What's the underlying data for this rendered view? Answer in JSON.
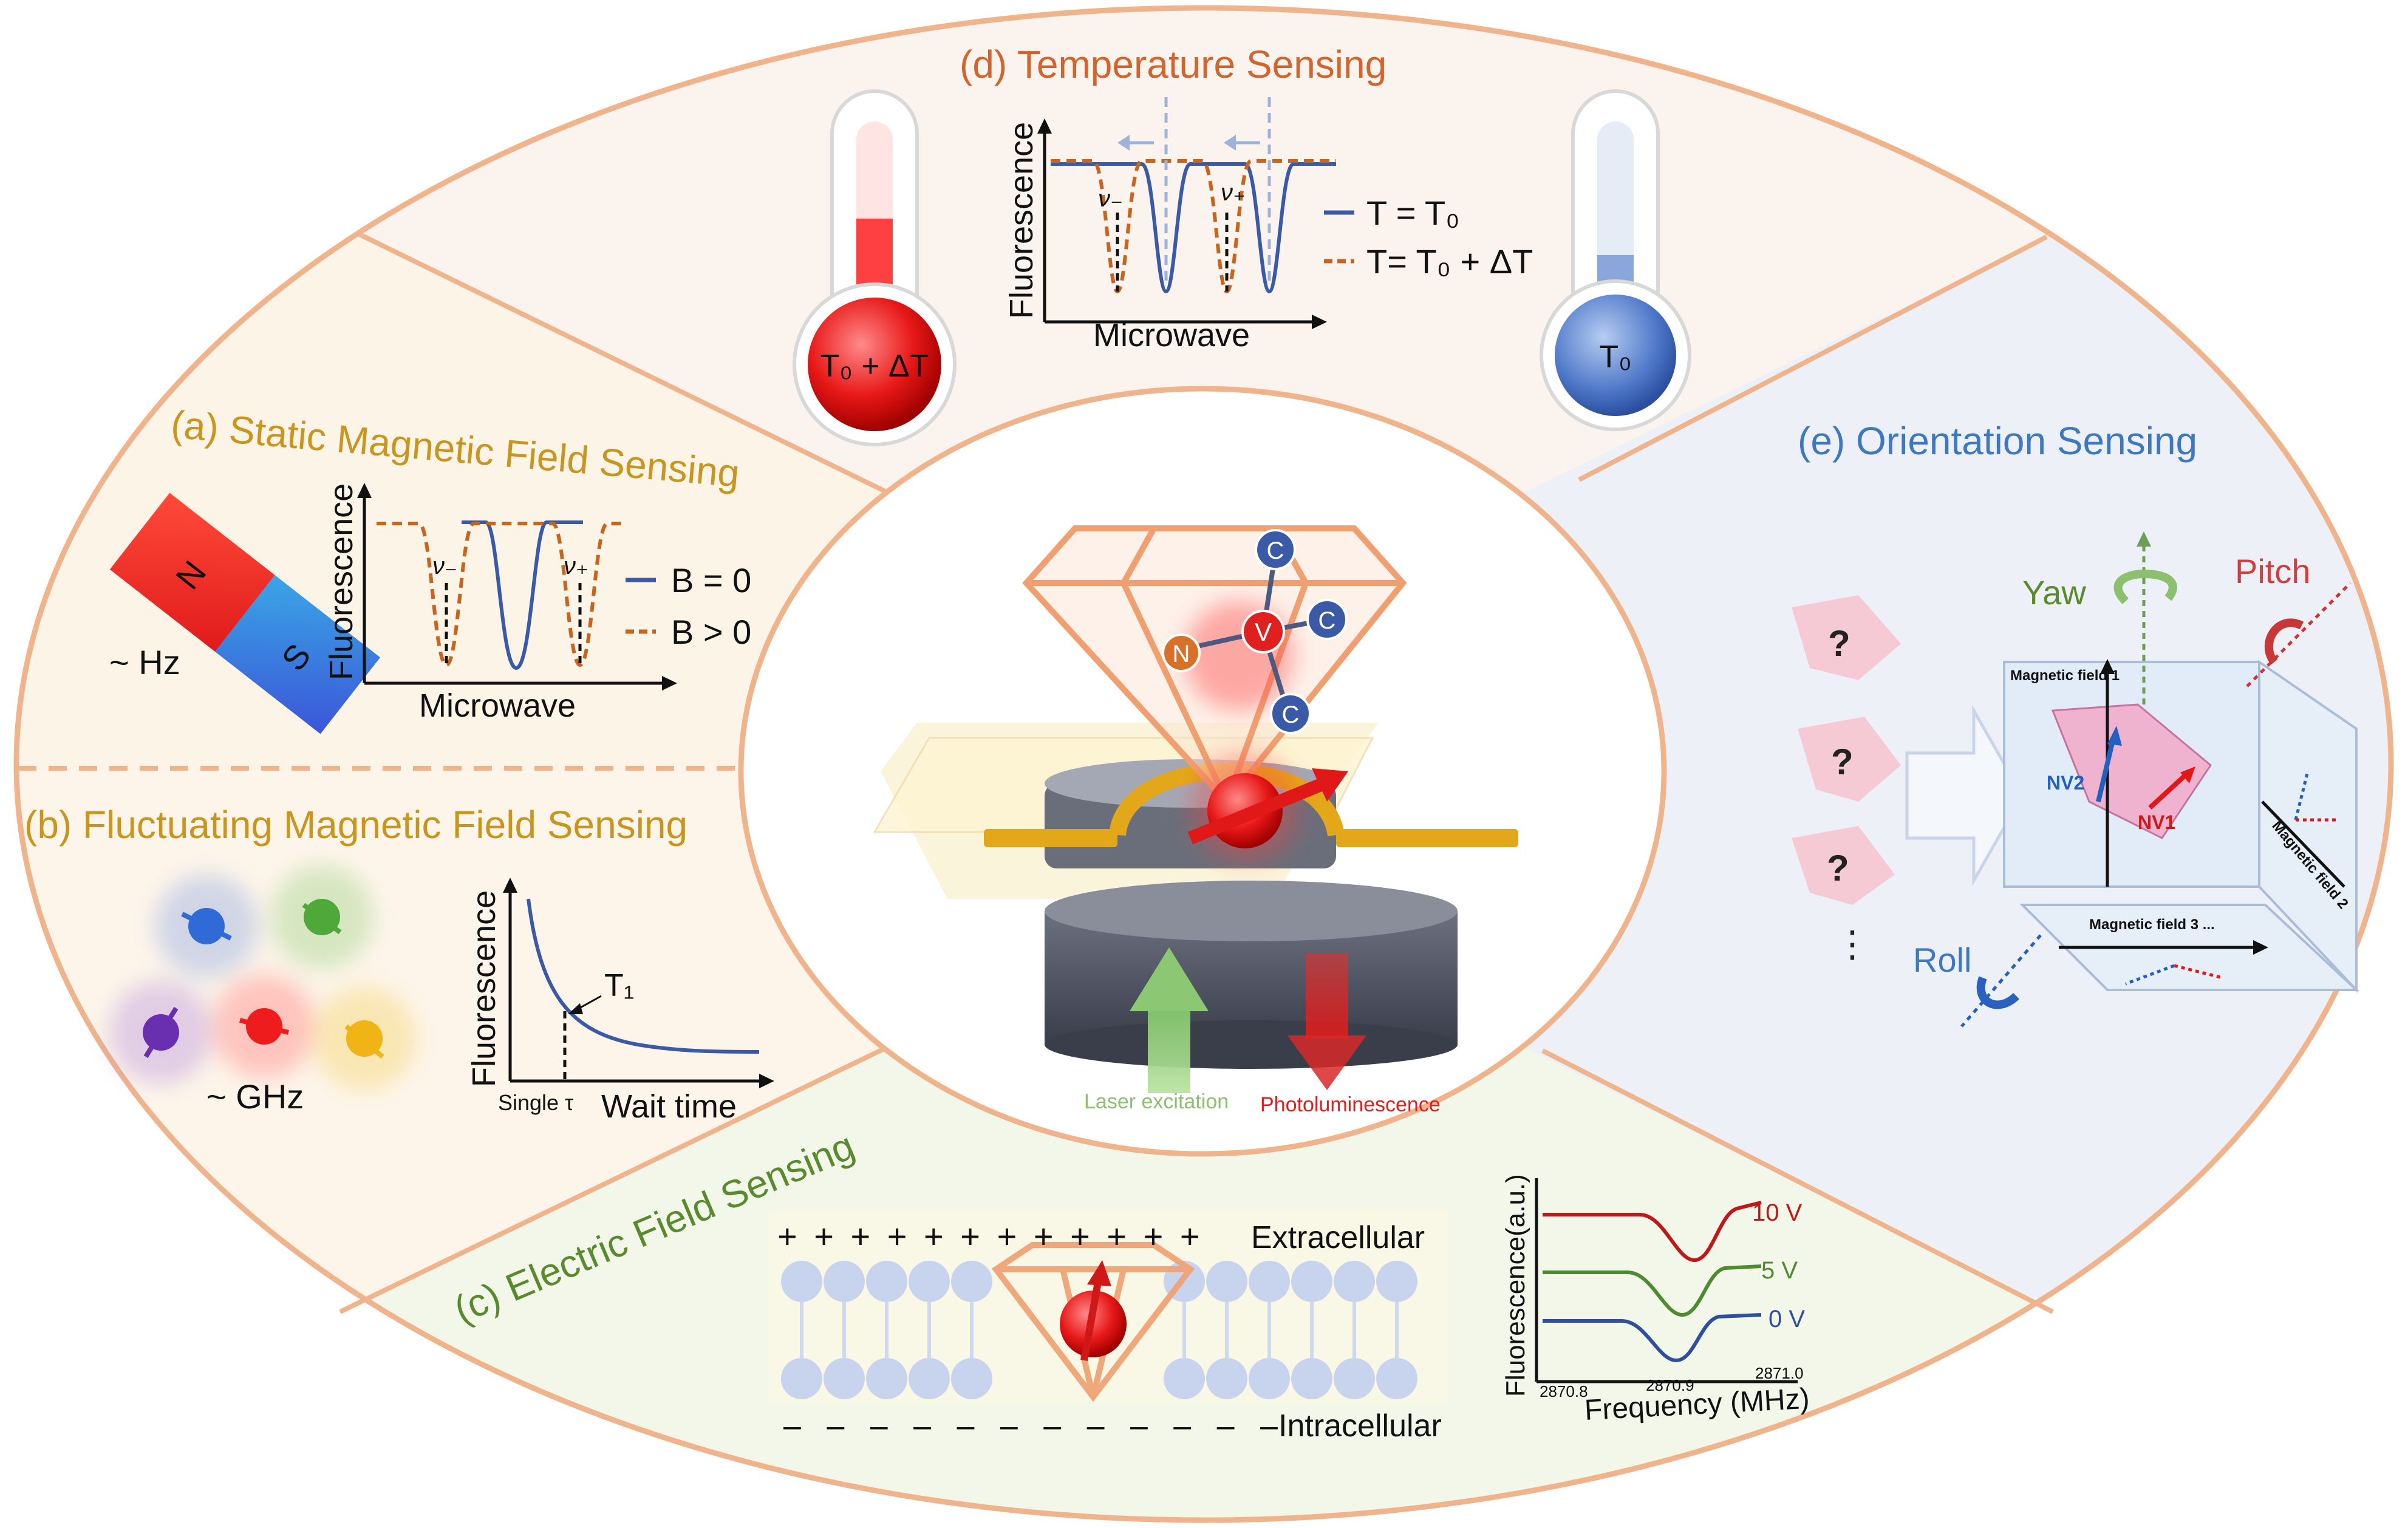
{
  "colors": {
    "ellipse_outline": "#f0b48c",
    "panel_a_b_bg": "#fdf5ea",
    "panel_c_bg": "#f3f7ea",
    "panel_d_bg": "#fbf3ee",
    "panel_e_bg": "#eef2f8",
    "title_gold": "#c8961e",
    "title_orange": "#d2642d",
    "title_green": "#5a8a2e",
    "title_blue": "#3e78c0",
    "curve_blue": "#3a5aa8",
    "curve_orange": "#c8641e",
    "red": "#e02020",
    "green": "#8cbf6e"
  },
  "panels": {
    "a": {
      "title": "(a) Static Magnetic Field Sensing",
      "magnet_n": "N",
      "magnet_s": "S",
      "freq_label": "~ Hz",
      "ylabel": "Fluorescence",
      "xlabel": "Microwave",
      "nu_minus": "ν₋",
      "nu_plus": "ν₊",
      "legend_solid": "B = 0",
      "legend_dashed": "B > 0"
    },
    "b": {
      "title": "(b) Fluctuating Magnetic Field Sensing",
      "freq_label": "~ GHz",
      "ylabel": "Fluorescence",
      "xlabel": "Wait time",
      "t1_label": "T₁",
      "x_tick": "Single τ"
    },
    "c": {
      "title": "(c) Electric Field Sensing",
      "plus_signs": "+ + + + + + + + + + + +",
      "minus_signs": "– – – – – – – – – – – –",
      "extracellular": "Extracellular",
      "intracellular": "Intracellular",
      "ylabel": "Fluorescence(a.u.)",
      "xlabel": "Frequency (MHz)",
      "x_ticks": [
        "2870.8",
        "2870.9",
        "2871.0"
      ],
      "series_labels": [
        "10 V",
        "5 V",
        "0 V"
      ]
    },
    "d": {
      "title": "(d) Temperature Sensing",
      "hot_label": "T₀ + ΔT",
      "cold_label": "T₀",
      "ylabel": "Fluorescence",
      "xlabel": "Microwave",
      "nu_minus": "ν₋",
      "nu_plus": "ν₊",
      "legend_solid": "T = T₀",
      "legend_dashed": "T= T₀ + ΔT"
    },
    "e": {
      "title": "(e) Orientation Sensing",
      "question": "?",
      "ellipsis": "⋮",
      "yaw": "Yaw",
      "pitch": "Pitch",
      "roll": "Roll",
      "field1": "Magnetic field 1",
      "field2": "Magnetic field 2",
      "field3": "Magnetic field 3 ...",
      "nv1": "NV1",
      "nv2": "NV2"
    }
  },
  "center": {
    "atom_n": "N",
    "atom_v": "V",
    "atom_c": "C",
    "laser_label": "Laser excitation",
    "pl_label": "Photoluminescence"
  }
}
